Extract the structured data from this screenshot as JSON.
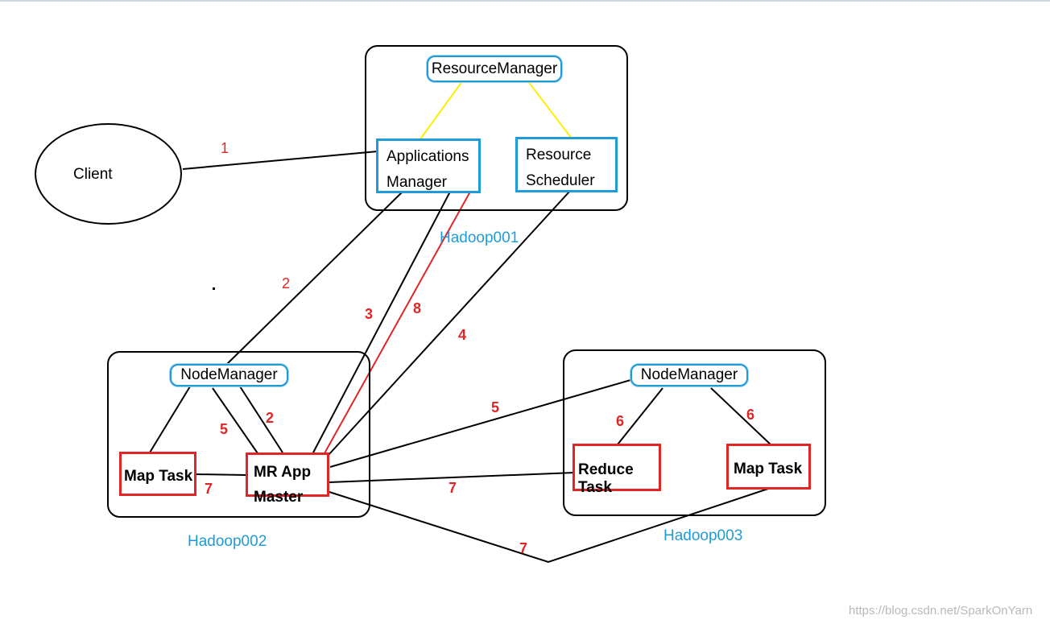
{
  "client": {
    "label": "Client"
  },
  "hadoop001": {
    "name": "Hadoop001",
    "resource_manager": "ResourceManager",
    "applications_manager": [
      "Applications",
      "Manager"
    ],
    "resource_scheduler": [
      "Resource",
      "Scheduler"
    ]
  },
  "hadoop002": {
    "name": "Hadoop002",
    "node_manager": "NodeManager",
    "map_task": "Map Task",
    "mr_app_master": [
      "MR App",
      "Master"
    ]
  },
  "hadoop003": {
    "name": "Hadoop003",
    "node_manager": "NodeManager",
    "reduce_task": "Reduce Task",
    "map_task": "Map Task"
  },
  "step_labels": {
    "s1": "1",
    "s2_top": "2",
    "s2_inner": "2",
    "s3": "3",
    "s8": "8",
    "s4": "4",
    "s5_left": "5",
    "s5_right": "5",
    "s6_left": "6",
    "s6_right": "6",
    "s7_map": "7",
    "s7_reduce": "7",
    "s7_bottom": "7"
  },
  "watermark": "https://blog.csdn.net/SparkOnYarn",
  "colors": {
    "blue": "#1f9bd7",
    "red": "#e02525",
    "yellow": "#ffee00",
    "black": "#000000"
  }
}
